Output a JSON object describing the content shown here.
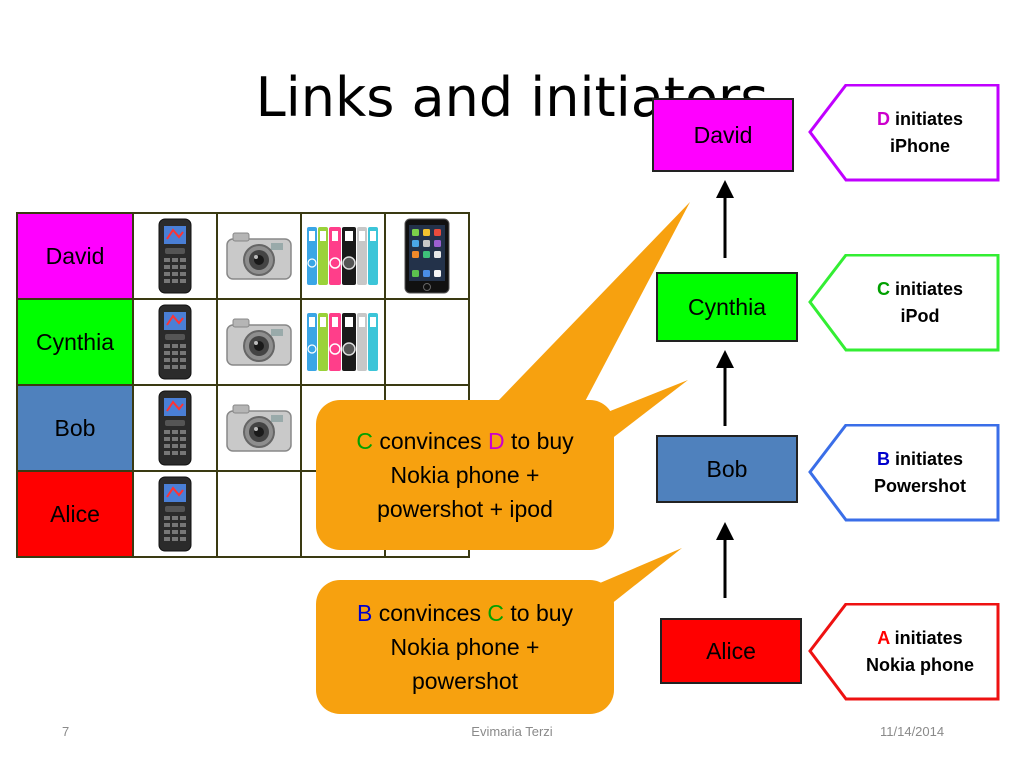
{
  "title": "Links and initiators",
  "table": {
    "rows": [
      {
        "name": "David",
        "color": "#ff00ff",
        "products": [
          "phone",
          "camera",
          "ipod",
          "iphone"
        ]
      },
      {
        "name": "Cynthia",
        "color": "#00ff00",
        "products": [
          "phone",
          "camera",
          "ipod",
          ""
        ]
      },
      {
        "name": "Bob",
        "color": "#4f81bd",
        "products": [
          "phone",
          "camera",
          "",
          ""
        ]
      },
      {
        "name": "Alice",
        "color": "#ff0000",
        "products": [
          "phone",
          "",
          "",
          ""
        ]
      }
    ]
  },
  "chain": {
    "david": {
      "label": "David",
      "color": "#ff00ff"
    },
    "cynthia": {
      "label": "Cynthia",
      "color": "#00ff00"
    },
    "bob": {
      "label": "Bob",
      "color": "#4f81bd"
    },
    "alice": {
      "label": "Alice",
      "color": "#ff0000"
    }
  },
  "tags": {
    "david": {
      "letter": "D",
      "letter_color": "#cc00cc",
      "text": "initiates",
      "product": "iPhone",
      "border": "#c000ff"
    },
    "cynthia": {
      "letter": "C",
      "letter_color": "#00a000",
      "text": "initiates",
      "product": "iPod",
      "border": "#33ee33"
    },
    "bob": {
      "letter": "B",
      "letter_color": "#0000cc",
      "text": "initiates",
      "product": "Powershot",
      "border": "#3a6ee8"
    },
    "alice": {
      "letter": "A",
      "letter_color": "#ff0000",
      "text": "initiates",
      "product": "Nokia phone",
      "border": "#ee1111"
    }
  },
  "callouts": {
    "c_to_d": {
      "subject": "C",
      "subject_color": "#00a000",
      "verb": "convinces",
      "object": "D",
      "object_color": "#cc00cc",
      "suffix": "to buy",
      "line2": "Nokia phone +",
      "line3": "powershot + ipod"
    },
    "b_to_c": {
      "subject": "B",
      "subject_color": "#0000cc",
      "verb": "convinces",
      "object": "C",
      "object_color": "#00a000",
      "suffix": "to buy",
      "line2": "Nokia phone +",
      "line3": "powershot"
    }
  },
  "bubble_color": "#f7a10f",
  "footer": {
    "page": "7",
    "author": "Evimaria Terzi",
    "date": "11/14/2014"
  },
  "icons": {
    "phone": "nokia-phone-icon",
    "camera": "powershot-camera-icon",
    "ipod": "ipod-nano-icon",
    "iphone": "iphone-icon"
  }
}
